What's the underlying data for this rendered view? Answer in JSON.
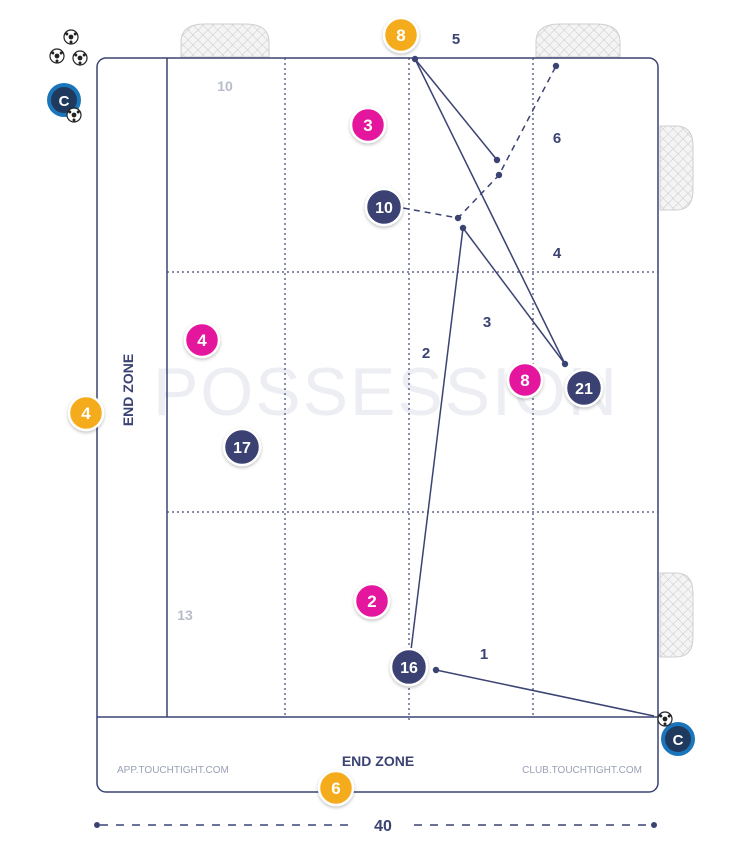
{
  "watermark": "POSSESSION",
  "end_zone_left": "END ZONE",
  "end_zone_bottom": "END ZONE",
  "footer_left": "APP.TOUCHTIGHT.COM",
  "footer_right": "CLUB.TOUCHTIGHT.COM",
  "width_measure": "40",
  "grid_labels": [
    "10",
    "13"
  ],
  "pass_labels": [
    "1",
    "2",
    "3",
    "4",
    "5",
    "6"
  ],
  "side_counts": {
    "top": "8",
    "left": "4",
    "bottom": "6"
  },
  "coach_label": "C",
  "players_pink": [
    "3",
    "4",
    "8",
    "2"
  ],
  "players_navy": [
    "10",
    "21",
    "17",
    "16"
  ],
  "colors": {
    "pink": "#e5159e",
    "navy": "#3b4373",
    "orange": "#f5ac1a",
    "coach_blue": "#1b75bb",
    "field_line": "#3b4373",
    "watermark": "#eceef3"
  },
  "icons": [
    "goal-net-icon",
    "soccer-ball-icon",
    "coach-icon"
  ]
}
